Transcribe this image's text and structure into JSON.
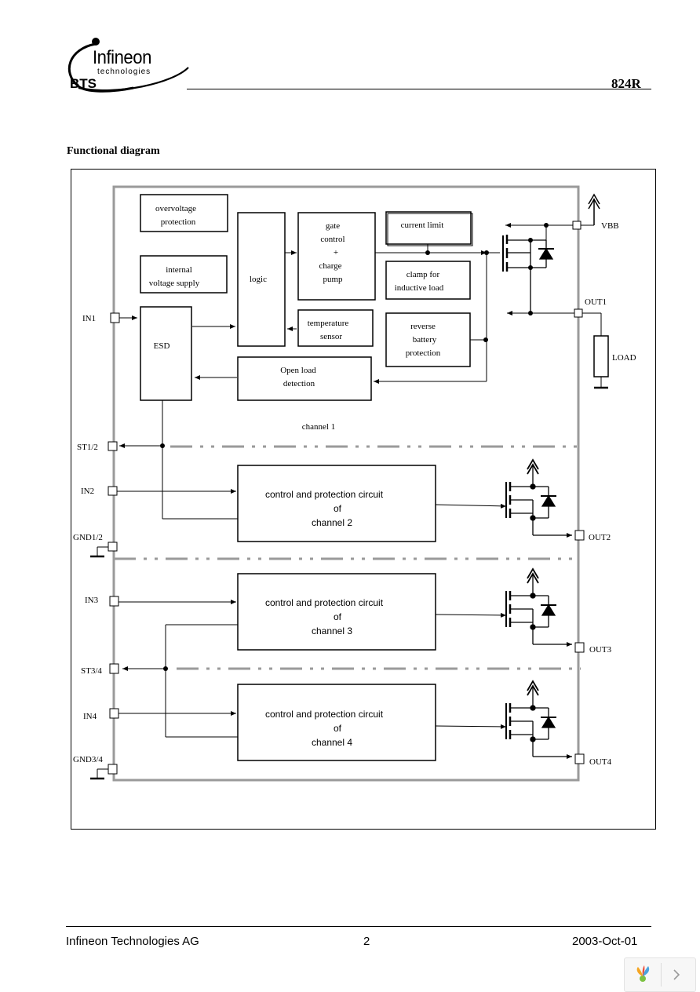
{
  "header": {
    "logo_text": "Infineon",
    "logo_subtext": "technologies",
    "part_prefix": "BTS",
    "part_suffix": "824R"
  },
  "section_title": "Functional diagram",
  "diagram": {
    "blocks": {
      "overvoltage": [
        "overvoltage",
        "protection"
      ],
      "internal_supply": [
        "internal",
        "voltage supply"
      ],
      "esd": "ESD",
      "logic": "logic",
      "gate_control": [
        "gate",
        "control",
        "+",
        "charge",
        "pump"
      ],
      "temperature": [
        "temperature",
        "sensor"
      ],
      "current_limit": "current limit",
      "clamp": [
        "clamp for",
        "inductive load"
      ],
      "reverse": [
        "reverse",
        "battery",
        "protection"
      ],
      "open_load": [
        "Open load",
        "detection"
      ],
      "channel1": "channel 1",
      "ch2": [
        "control and protection circuit",
        "of",
        "channel 2"
      ],
      "ch3": [
        "control and protection circuit",
        "of",
        "channel 3"
      ],
      "ch4": [
        "control and protection circuit",
        "of",
        "channel 4"
      ],
      "load": "LOAD"
    },
    "pins": {
      "in1": "IN1",
      "st12": "ST1/2",
      "in2": "IN2",
      "gnd12": "GND1/2",
      "in3": "IN3",
      "st34": "ST3/4",
      "in4": "IN4",
      "gnd34": "GND3/4",
      "vbb": "VBB",
      "out1": "OUT1",
      "out2": "OUT2",
      "out3": "OUT3",
      "out4": "OUT4"
    }
  },
  "footer": {
    "company": "Infineon Technologies AG",
    "page": "2",
    "date": "2003-Oct-01"
  },
  "viewer": {
    "next_icon": "chevron-right-icon",
    "logo_icon": "viewer-logo-icon"
  }
}
